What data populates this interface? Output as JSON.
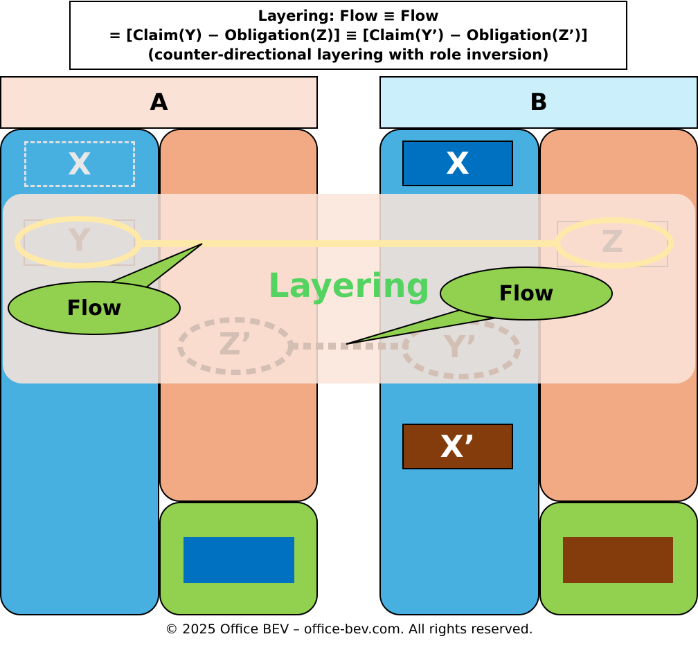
{
  "title": {
    "line1": "Layering: Flow ≡ Flow",
    "line2": "= [Claim(Y) − Obligation(Z)] ≡ [Claim(Y’) − Obligation(Z’)]",
    "line3": "(counter-directional layering with role inversion)"
  },
  "entity_a": {
    "label": "A",
    "x_label": "X",
    "y_label": "Y",
    "z_prime_label": "Z’"
  },
  "entity_b": {
    "label": "B",
    "x_label": "X",
    "x_prime_label": "X’",
    "z_label": "Z",
    "y_prime_label": "Y’"
  },
  "layering_label": "Layering",
  "flow_callout_left": "Flow",
  "flow_callout_right": "Flow",
  "footer": "© 2025 Office BEV – office-bev.com. All rights reserved.",
  "colors": {
    "header_a": "#fbe2d6",
    "header_b": "#cceffc",
    "claim_blue": "#47b0e1",
    "obligation_salmon": "#f2aa84",
    "equity_green": "#92d14f",
    "x_dark_blue": "#0070c0",
    "x_prime_brown": "#843c0c",
    "layering_text": "#55d360",
    "flow_line": "#ffe9a8"
  }
}
